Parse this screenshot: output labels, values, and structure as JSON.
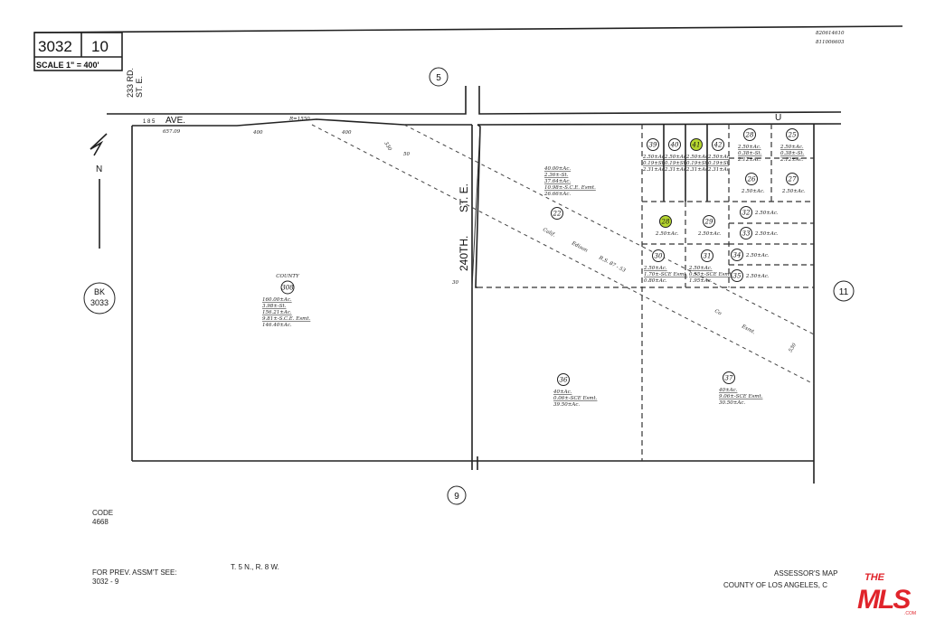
{
  "header": {
    "book": "3032",
    "page": "10",
    "scale": "SCALE 1\" = 400'",
    "doc_numbers": [
      "820614610",
      "811006603"
    ]
  },
  "roads": {
    "rd_233": "233 RD.",
    "st_e_top": "ST. E.",
    "ave": "AVE.",
    "ave_prefix": "1 8 5",
    "st_240": "240TH.",
    "st_240_suffix": "ST. E.",
    "u_label": "U",
    "curve_r": "R=1550"
  },
  "dimensions": {
    "d1": "657.09",
    "d2": "400",
    "d3": "400",
    "d4": "330",
    "d5": "50",
    "d6": "530",
    "d7": "30"
  },
  "easement": {
    "line1": "Calif.",
    "line2": "Edison",
    "line3": "R.S. 87 - 53",
    "line4": "Esmt.",
    "line5": "Co"
  },
  "adjacent_maps": {
    "north": "5",
    "south": "9",
    "east": "11",
    "west_book": "BK",
    "west_page": "3033"
  },
  "north_arrow": "N",
  "parcels": [
    {
      "id": "308",
      "owner": "COUNTY",
      "lines": [
        "160.00±Ac.",
        "3.98±-St.",
        "156.21±Ac.",
        "9.81±-S.C.E. Esmt.",
        "146.40±Ac."
      ],
      "highlighted": false
    },
    {
      "id": "22",
      "lines": [
        "40.00±Ac.",
        "2.36±-St.",
        "37.64±Ac.",
        "10.98±-S.C.E. Esmt.",
        "26.66±Ac."
      ],
      "highlighted": false
    },
    {
      "id": "39",
      "lines": [
        "2.50±Ac",
        "0.19±St",
        "2.31±Ac"
      ],
      "highlighted": false
    },
    {
      "id": "40",
      "lines": [
        "2.50±Ac",
        "0.19±St",
        "2.31±Ac"
      ],
      "highlighted": false
    },
    {
      "id": "41",
      "lines": [
        "2.50±Ac",
        "0.19±St",
        "2.31±Ac"
      ],
      "highlighted": true
    },
    {
      "id": "42",
      "lines": [
        "2.50±Ac",
        "0.19±St",
        "2.31±Ac"
      ],
      "highlighted": false
    },
    {
      "id": "28",
      "lines": [
        "2.50±Ac.",
        "0.38±-St.",
        "2.12±Ac."
      ],
      "highlighted": false
    },
    {
      "id": "25",
      "lines": [
        "2.50±Ac.",
        "0.38±-St.",
        "2.12±Ac."
      ],
      "highlighted": false
    },
    {
      "id": "26",
      "lines": [
        "2.50±Ac."
      ],
      "highlighted": false
    },
    {
      "id": "27",
      "lines": [
        "2.50±Ac."
      ],
      "highlighted": false
    },
    {
      "id": "28",
      "lines": [
        "2.50±Ac."
      ],
      "highlighted": true
    },
    {
      "id": "29",
      "lines": [
        "2.50±Ac."
      ],
      "highlighted": false
    },
    {
      "id": "32",
      "lines": [
        "2.50±Ac."
      ],
      "highlighted": false
    },
    {
      "id": "33",
      "lines": [
        "2.50±Ac."
      ],
      "highlighted": false
    },
    {
      "id": "34",
      "lines": [
        "2.50±Ac."
      ],
      "highlighted": false
    },
    {
      "id": "35",
      "lines": [
        "2.50±Ac."
      ],
      "highlighted": false
    },
    {
      "id": "30",
      "lines": [
        "2.50±Ac.",
        "1.70±-SCE Esmt.",
        "0.80±Ac."
      ],
      "highlighted": false
    },
    {
      "id": "31",
      "lines": [
        "2.50±Ac.",
        "0.55±-SCE Esmt.",
        "1.95±Ac."
      ],
      "highlighted": false
    },
    {
      "id": "36",
      "lines": [
        "40±Ac.",
        "0.06±-SCE Esmt.",
        "39.50±Ac."
      ],
      "highlighted": false
    },
    {
      "id": "37",
      "lines": [
        "40±Ac.",
        "9.06±-SCE Esmt.",
        "30.50±Ac."
      ],
      "highlighted": false
    }
  ],
  "highlight_color": "#b6d62f",
  "footer": {
    "code_label": "CODE",
    "code": "4668",
    "prev_label": "FOR PREV. ASSM'T SEE:",
    "prev_value": "3032 - 9",
    "township": "T. 5 N., R. 8 W.",
    "map_title": "ASSESSOR'S MAP",
    "county": "COUNTY OF LOS ANGELES, C"
  },
  "logo": {
    "the": "THE",
    "mls": "MLS",
    "com": ".COM",
    "color": "#e0242b"
  }
}
